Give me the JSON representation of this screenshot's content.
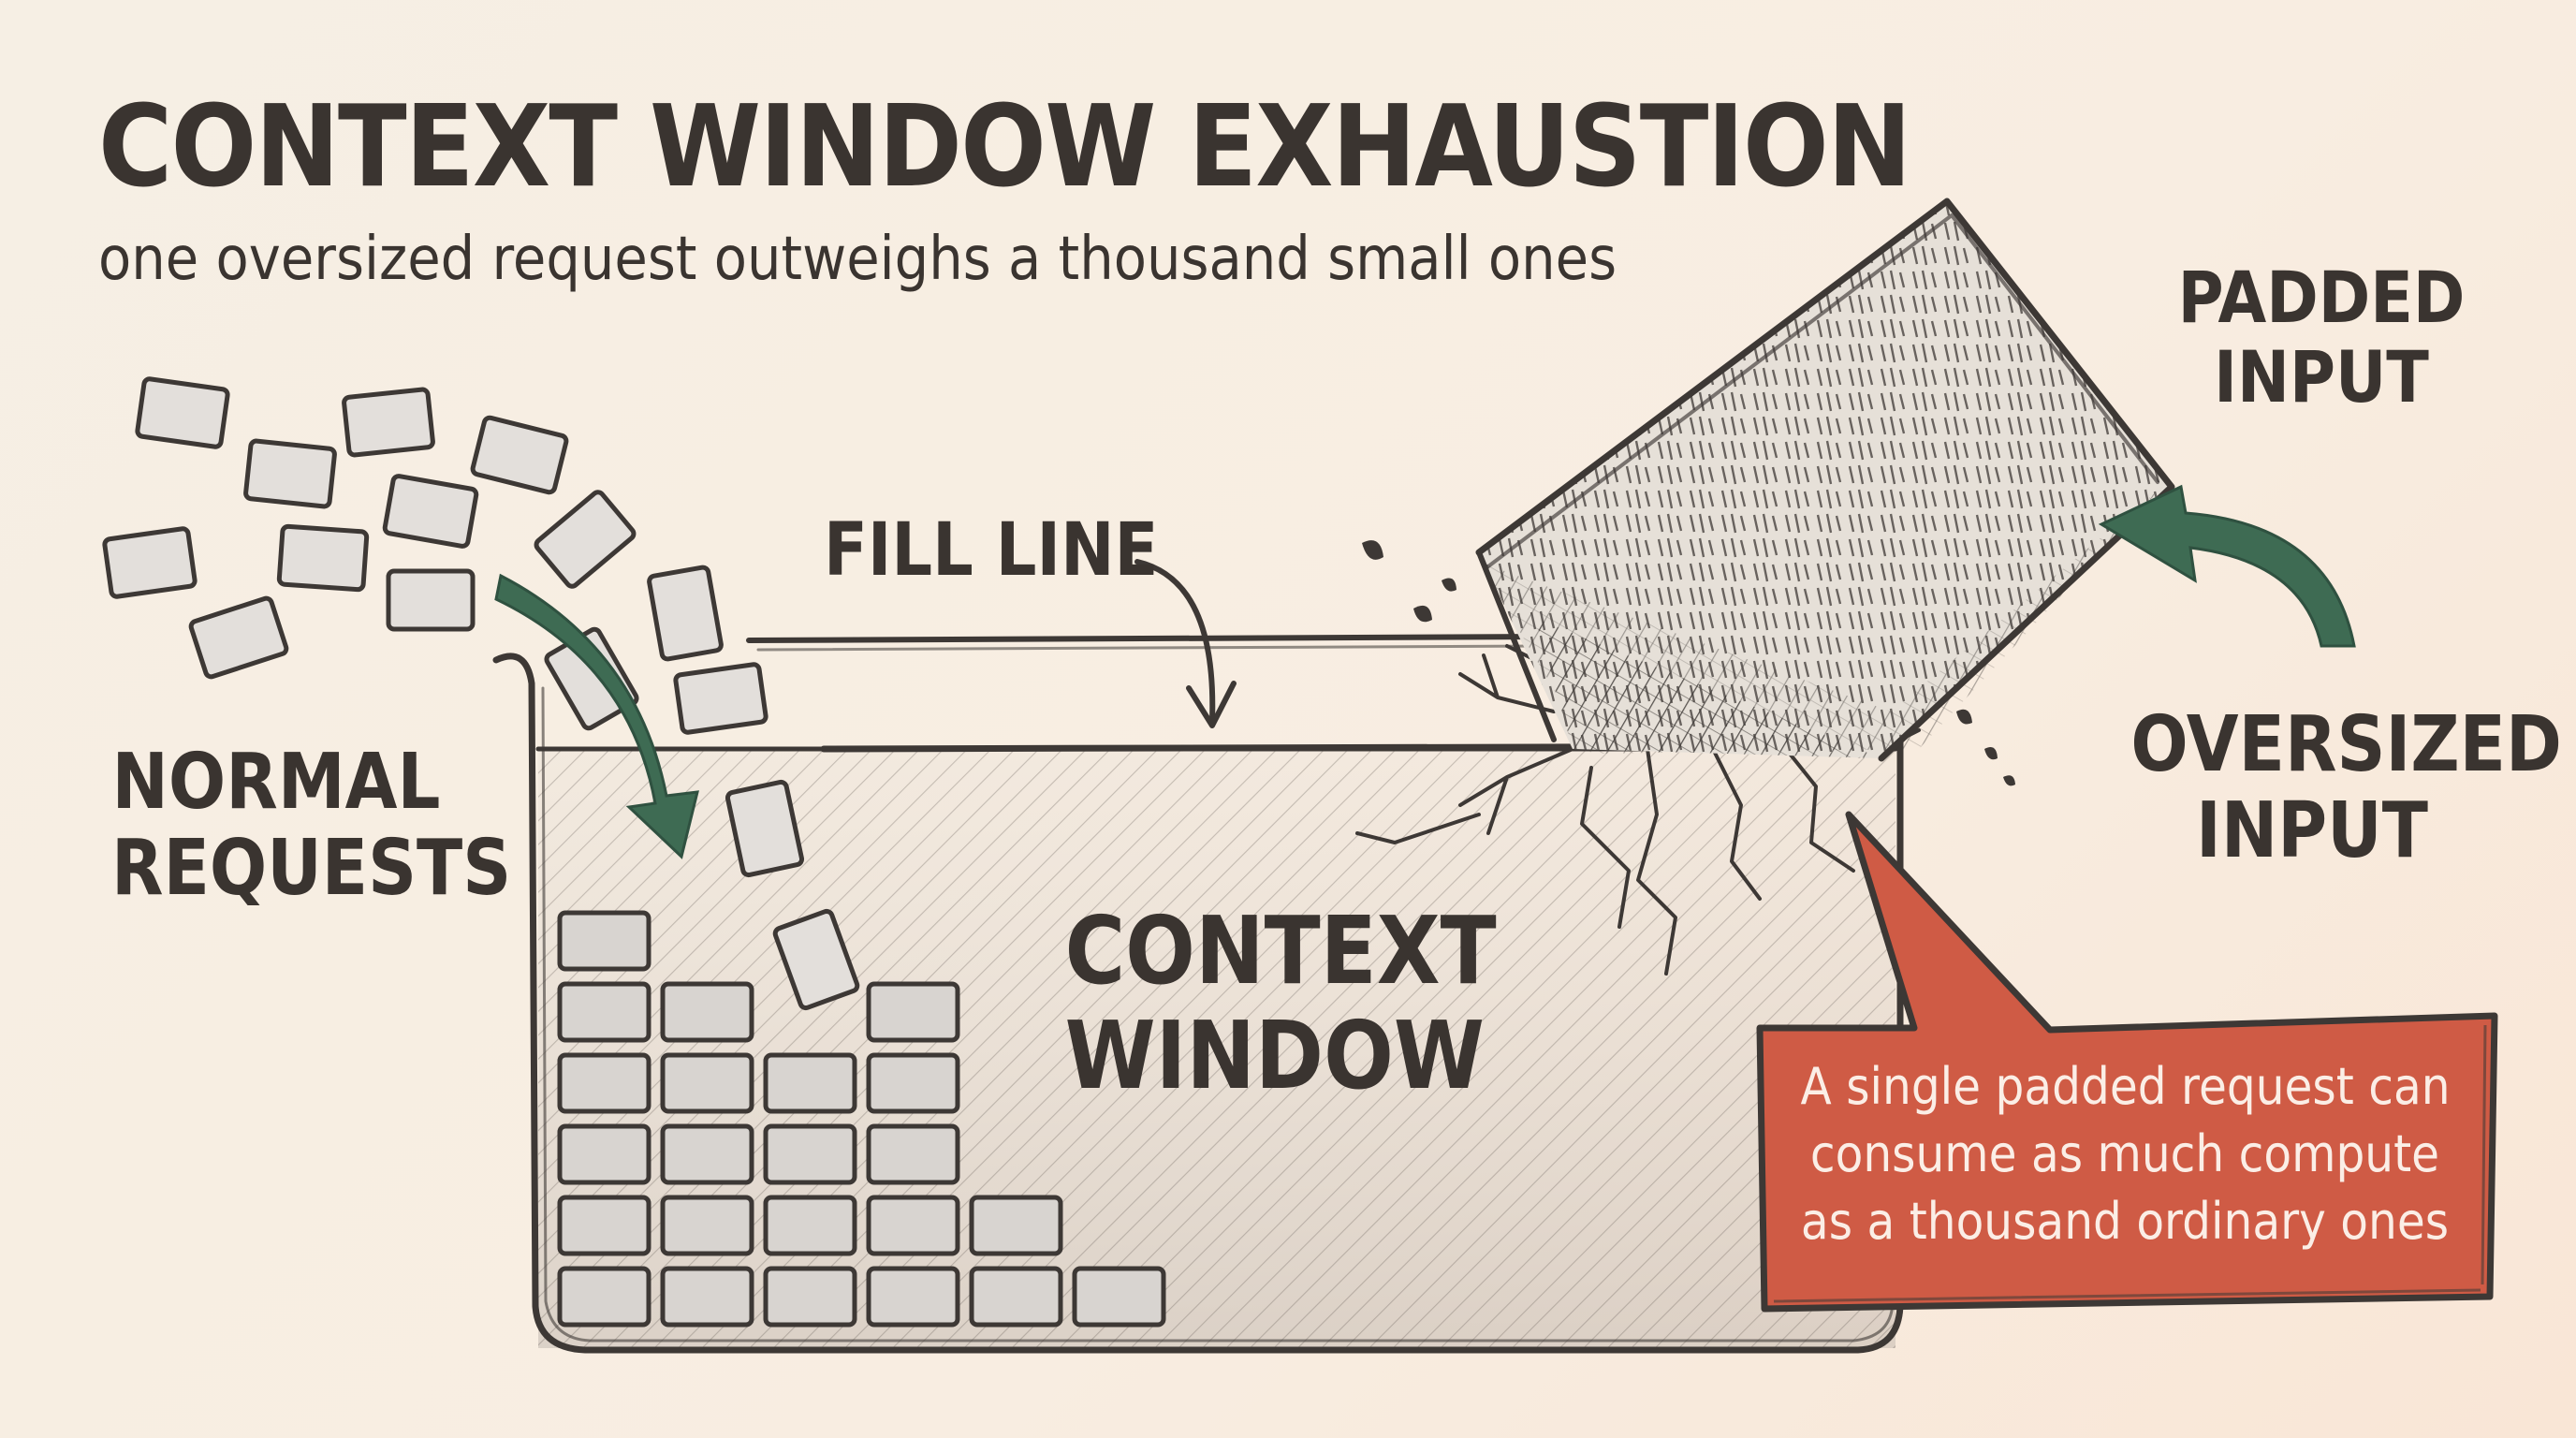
{
  "title": "CONTEXT WINDOW EXHAUSTION",
  "subtitle": "one oversized request outweighs a thousand small ones",
  "labels": {
    "normal_requests": [
      "NORMAL",
      "REQUESTS"
    ],
    "fill_line": "FILL LINE",
    "context_window": [
      "CONTEXT",
      "WINDOW"
    ],
    "padded_input": [
      "PADDED",
      "INPUT"
    ],
    "oversized_input": [
      "OVERSIZED",
      "INPUT"
    ]
  },
  "callout": {
    "lines": [
      "A single padded request can",
      "consume as much compute",
      "as a thousand ordinary ones"
    ]
  },
  "colors": {
    "background": "#f6efe4",
    "ink": "#3d3835",
    "arrow_green": "#3e6b53",
    "callout_red": "#cf5b45",
    "callout_text": "#fbeee6"
  },
  "icons": {
    "normal_arrow": "curved-down-arrow-icon",
    "fill_arrow": "curved-pointer-arrow-icon",
    "oversized_arrow": "curved-up-arrow-icon"
  }
}
